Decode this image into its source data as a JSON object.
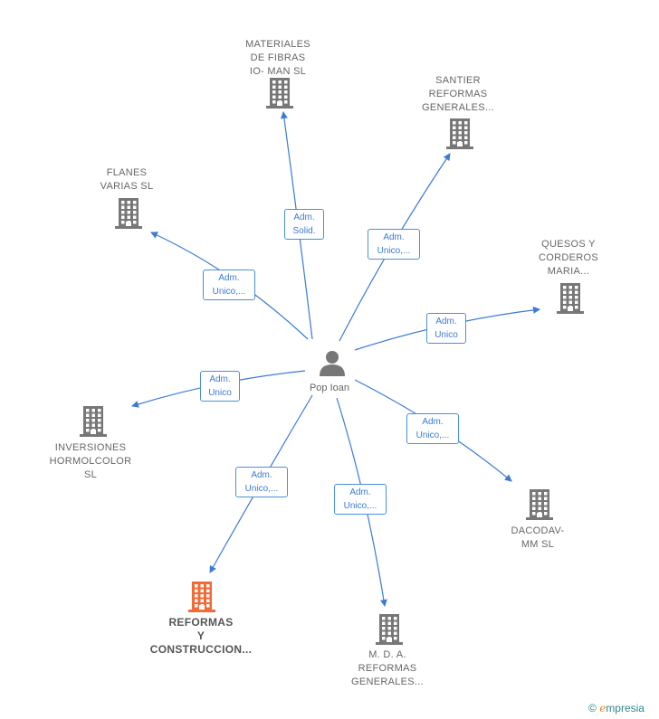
{
  "center": {
    "label": "Pop Ioan",
    "icon": "person-icon"
  },
  "nodes": [
    {
      "id": "materiales",
      "label": "MATERIALES\nDE FIBRAS\nIO- MAN  SL",
      "icon": "building-icon",
      "color": "#777777"
    },
    {
      "id": "santier",
      "label": "SANTIER\nREFORMAS\nGENERALES...",
      "icon": "building-icon",
      "color": "#777777"
    },
    {
      "id": "flanes",
      "label": "FLANES\nVARIAS  SL",
      "icon": "building-icon",
      "color": "#777777"
    },
    {
      "id": "quesos",
      "label": "QUESOS Y\nCORDEROS\nMARIA...",
      "icon": "building-icon",
      "color": "#777777"
    },
    {
      "id": "inversiones",
      "label": "INVERSIONES\nHORMOLCOLOR\nSL",
      "icon": "building-icon",
      "color": "#777777"
    },
    {
      "id": "dacodav",
      "label": "DACODAV-\nMM  SL",
      "icon": "building-icon",
      "color": "#777777"
    },
    {
      "id": "reformas",
      "label": "REFORMAS\nY\nCONSTRUCCION...",
      "icon": "building-icon",
      "color": "#f26a35"
    },
    {
      "id": "mda",
      "label": "M.  D.  A.\nREFORMAS\nGENERALES...",
      "icon": "building-icon",
      "color": "#777777"
    }
  ],
  "edges": [
    {
      "to": "materiales",
      "label": "Adm.\nSolid."
    },
    {
      "to": "santier",
      "label": "Adm.\nUnico,..."
    },
    {
      "to": "flanes",
      "label": "Adm.\nUnico,..."
    },
    {
      "to": "quesos",
      "label": "Adm.\nUnico"
    },
    {
      "to": "inversiones",
      "label": "Adm.\nUnico"
    },
    {
      "to": "dacodav",
      "label": "Adm.\nUnico,..."
    },
    {
      "to": "reformas",
      "label": "Adm.\nUnico,..."
    },
    {
      "to": "mda",
      "label": "Adm.\nUnico,..."
    }
  ],
  "colors": {
    "edge": "#3a7bd5",
    "building": "#777777",
    "highlight": "#f26a35"
  },
  "brand": {
    "copyright": "©",
    "name": "mpresia",
    "initial": "e"
  }
}
